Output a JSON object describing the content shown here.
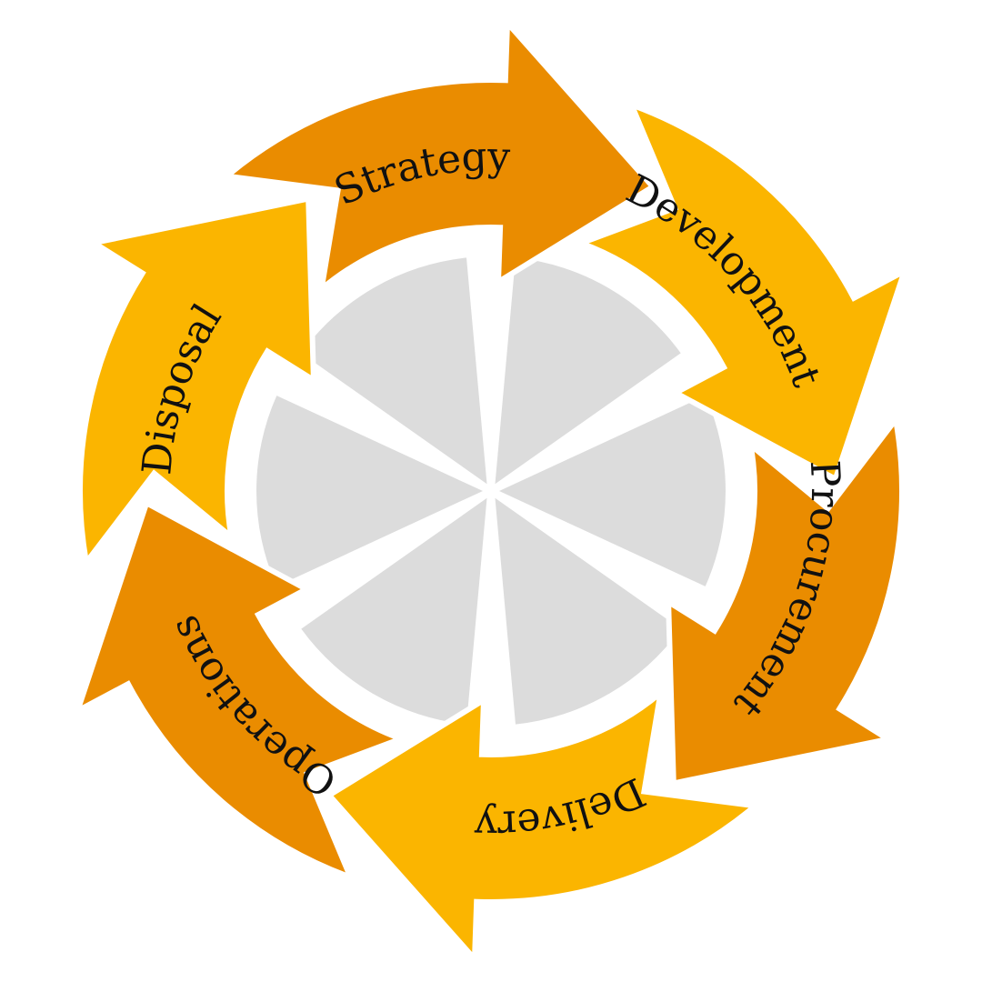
{
  "diagram": {
    "type": "cycle",
    "stages": [
      {
        "label": "Strategy",
        "color": "#ea8c00"
      },
      {
        "label": "Development",
        "color": "#fbb500"
      },
      {
        "label": "Procurement",
        "color": "#ea8c00"
      },
      {
        "label": "Delivery",
        "color": "#fbb500"
      },
      {
        "label": "Operations",
        "color": "#ea8c00"
      },
      {
        "label": "Disposal",
        "color": "#fbb500"
      }
    ],
    "center_color": "#dcdcdc"
  }
}
